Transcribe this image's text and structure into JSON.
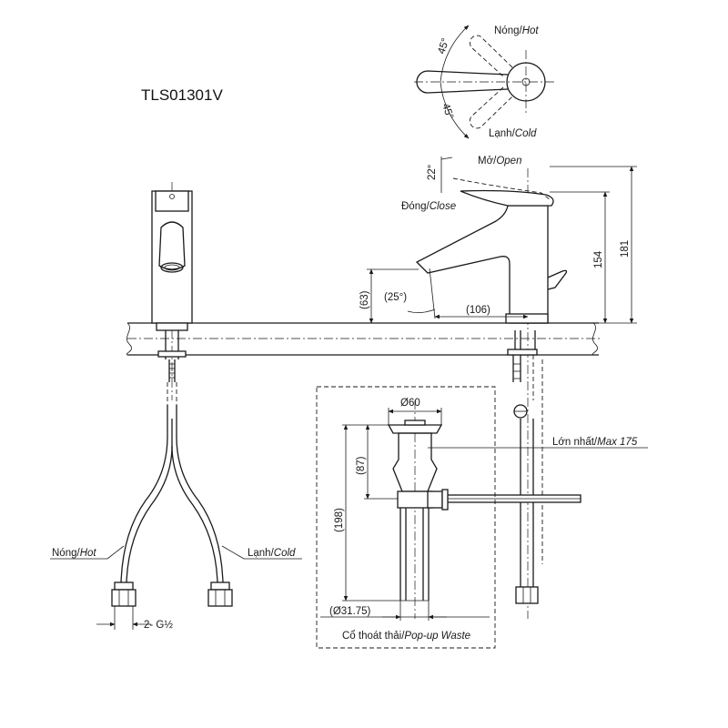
{
  "model": "TLS01301V",
  "top_view": {
    "hot": {
      "vi": "Nóng/",
      "en": "Hot"
    },
    "cold": {
      "vi": "Lạnh/",
      "en": "Cold"
    },
    "angle_top": "45°",
    "angle_bottom": "45°"
  },
  "side_view": {
    "open": {
      "vi": "Mở/",
      "en": "Open"
    },
    "close": {
      "vi": "Đóng/",
      "en": "Close"
    },
    "angle_lever": "22°",
    "angle_spout": "(25°)",
    "dim_63": "(63)",
    "dim_106": "(106)",
    "dim_154": "154",
    "dim_181": "181",
    "max_label": {
      "vi": "Lớn nhất/",
      "en": "Max 175"
    }
  },
  "front_view": {
    "hot": {
      "vi": "Nóng/",
      "en": "Hot"
    },
    "cold": {
      "vi": "Lạnh/",
      "en": "Cold"
    },
    "thread": "2- G½"
  },
  "popup": {
    "dia_top": "Ø60",
    "dim_87": "(87)",
    "dim_198": "(198)",
    "dia_bottom": "(Ø31.75)",
    "caption": {
      "vi": "Cổ thoát thải/",
      "en": "Pop-up Waste"
    }
  }
}
